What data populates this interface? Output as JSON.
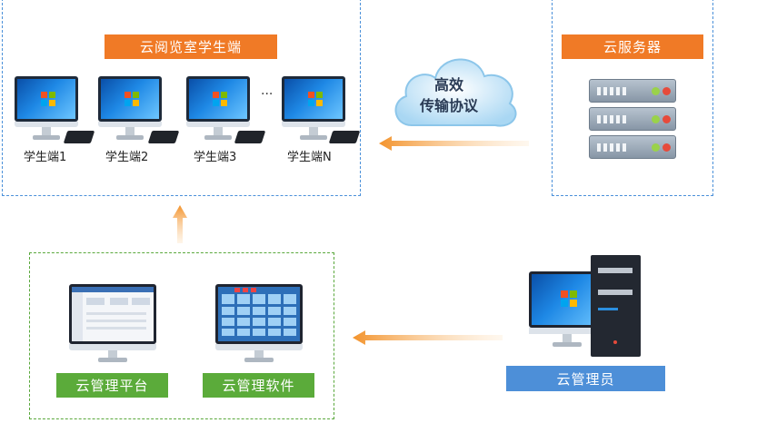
{
  "student_section": {
    "title": "云阅览室学生端",
    "students": [
      "学生端1",
      "学生端2",
      "学生端3",
      "学生端N"
    ],
    "ellipsis": "..."
  },
  "cloud": {
    "line1": "高效",
    "line2": "传输协议"
  },
  "server_section": {
    "title": "云服务器"
  },
  "management_section": {
    "platform_label": "云管理平台",
    "software_label": "云管理软件"
  },
  "admin": {
    "label": "云管理员"
  },
  "colors": {
    "orange": "#f07a26",
    "green": "#5bab3a",
    "blue": "#4d8fd8",
    "dash_blue": "#4a90d9",
    "dash_green": "#5aa83c"
  }
}
